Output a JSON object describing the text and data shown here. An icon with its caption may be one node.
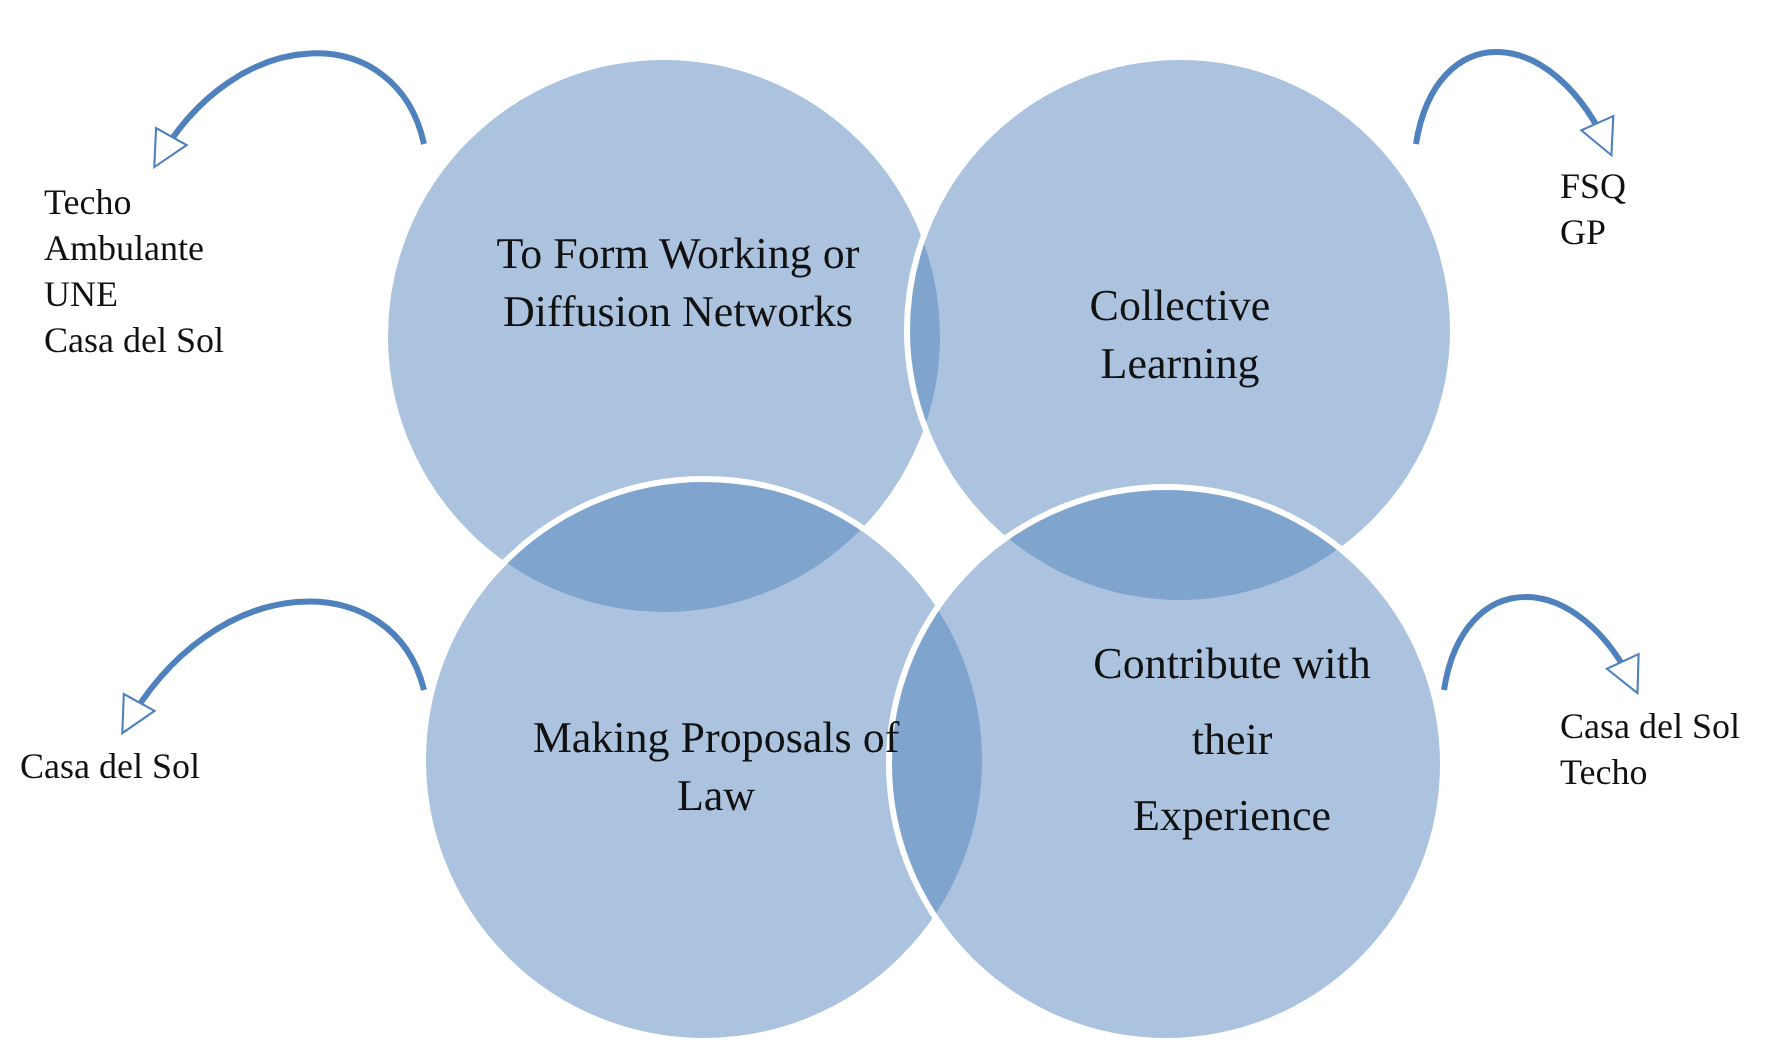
{
  "diagram": {
    "nodes": [
      {
        "text": [
          "To Form Working or Diffusion Networks"
        ]
      },
      {
        "text": [
          "Collective Learning"
        ]
      },
      {
        "text": [
          "Making Proposals of Law"
        ]
      },
      {
        "text": [
          "Contribute with their Experience"
        ]
      },
      {
        "text": [
          "Techo",
          "Ambulante",
          "UNE",
          "Casa del Sol"
        ]
      },
      {
        "text": [
          "FSQ",
          "GP"
        ]
      },
      {
        "text": [
          "Casa del Sol"
        ]
      },
      {
        "text": [
          "Casa del Sol",
          "Techo"
        ]
      }
    ],
    "edges": [
      {
        "from": 0,
        "to": 4,
        "arrow": "to"
      },
      {
        "from": 1,
        "to": 5,
        "arrow": "to"
      },
      {
        "from": 2,
        "to": 6,
        "arrow": "to"
      },
      {
        "from": 3,
        "to": 7,
        "arrow": "to"
      }
    ]
  }
}
